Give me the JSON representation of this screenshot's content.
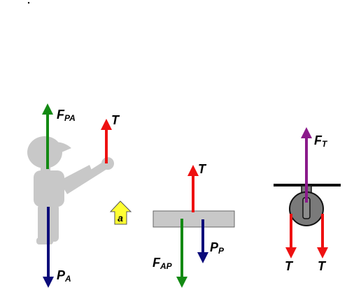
{
  "labels": {
    "f_pa": {
      "main": "F",
      "sub": "PA"
    },
    "t_hand": {
      "main": "T"
    },
    "p_a": {
      "main": "P",
      "sub": "A"
    },
    "a": {
      "main": "a"
    },
    "t_box": {
      "main": "T"
    },
    "f_ap": {
      "main": "F",
      "sub": "AP"
    },
    "p_p": {
      "main": "P",
      "sub": "P"
    },
    "f_t": {
      "main": "F",
      "sub": "T"
    },
    "t_left": {
      "main": "T"
    },
    "t_right": {
      "main": "T"
    }
  },
  "colors": {
    "green": "#138a13",
    "red": "#ee1111",
    "navy": "#0b0b7a",
    "purple": "#8b1a8b",
    "figure": "#c8c8c8",
    "plank": "#c8c8c8",
    "pulley": "#7a7a7a",
    "accel_fill": "#ffff33"
  }
}
